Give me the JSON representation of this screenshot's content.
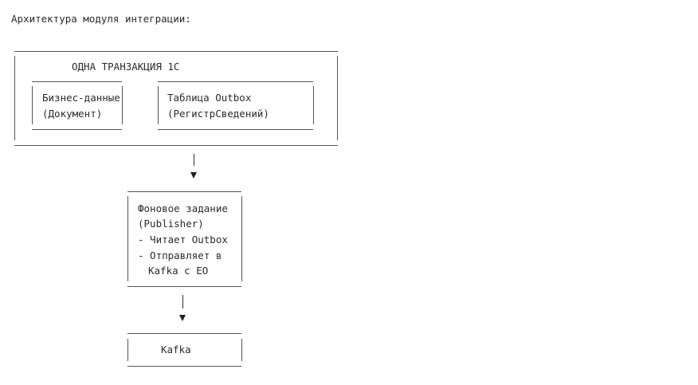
{
  "heading": "Архитектура модуля интеграции:",
  "transaction": {
    "title": "ОДНА ТРАНЗАКЦИЯ 1С",
    "business_data": {
      "line1": "Бизнес-данные",
      "line2": "(Документ)"
    },
    "outbox_table": {
      "line1": "Таблица Outbox",
      "line2": "(РегистрСведений)"
    }
  },
  "publisher": {
    "line1": "Фоновое задание",
    "line2": "(Publisher)",
    "line3": "- Читает Outbox",
    "line4": "- Отправляет в",
    "line5": "Kafka с ЕО"
  },
  "kafka": {
    "label": "Kafka"
  }
}
